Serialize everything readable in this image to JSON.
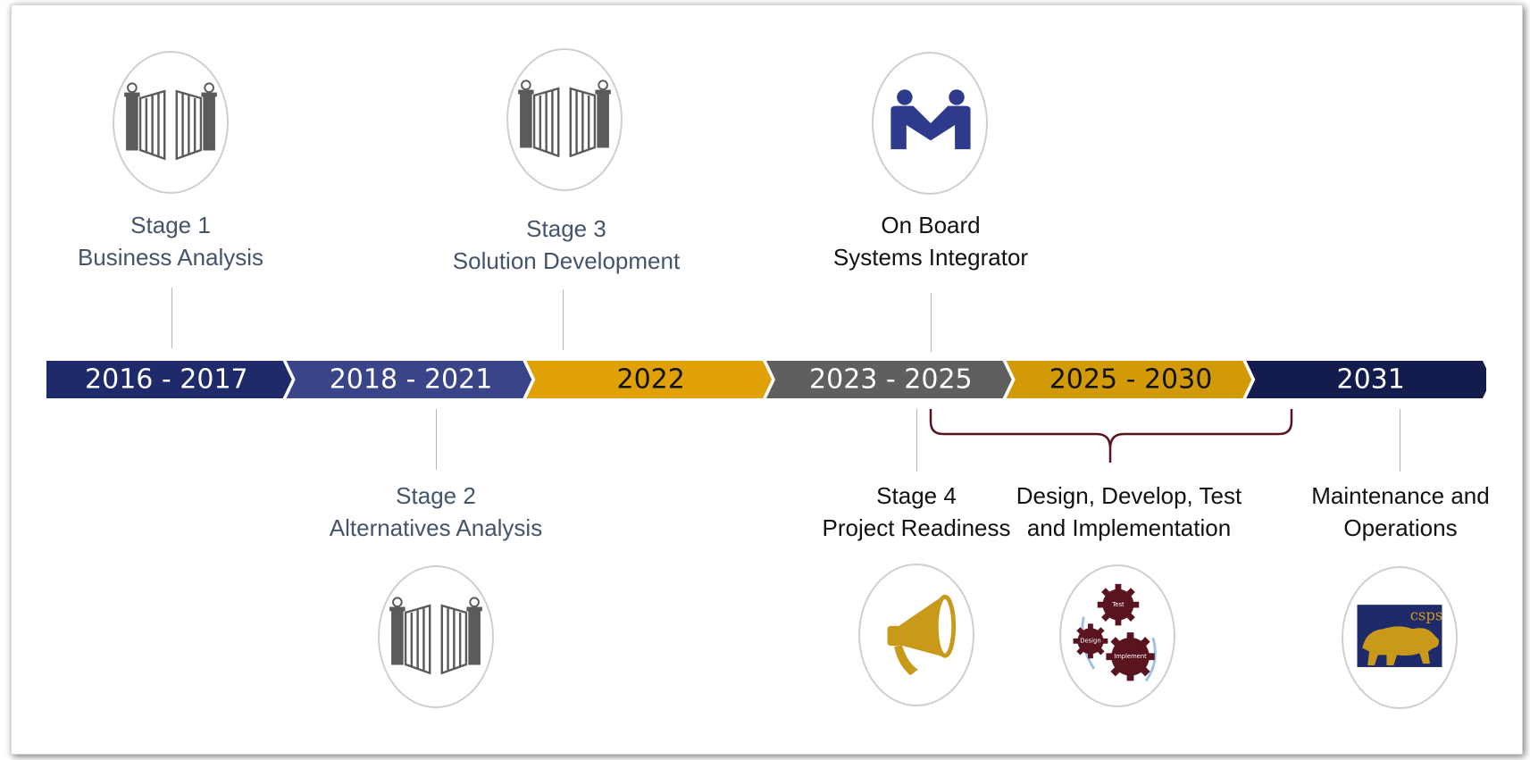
{
  "stages": {
    "stage1": {
      "line1": "Stage 1",
      "line2": "Business Analysis",
      "icon": "gate-icon"
    },
    "stage2": {
      "line1": "Stage 2",
      "line2": "Alternatives Analysis",
      "icon": "gate-icon"
    },
    "stage3": {
      "line1": "Stage 3",
      "line2": "Solution Development",
      "icon": "gate-icon"
    },
    "onboard": {
      "line1": "On Board",
      "line2": "Systems Integrator",
      "icon": "handshake-people-icon"
    },
    "stage4": {
      "line1": "Stage 4",
      "line2": "Project Readiness",
      "icon": "megaphone-icon"
    },
    "ddti": {
      "line1": "Design, Develop, Test",
      "line2": "and Implementation",
      "icon": "gears-icon",
      "gear_labels": {
        "test": "Test",
        "design": "Design",
        "implement": "Implement"
      }
    },
    "mo": {
      "line1": "Maintenance and",
      "line2": "Operations",
      "icon": "bear-logo-icon",
      "logo_text": "csps"
    }
  },
  "timeline": {
    "segments": [
      {
        "label": "2016 - 2017",
        "color": "#1f2a6b",
        "text_color": "#ffffff"
      },
      {
        "label": "2018 - 2021",
        "color": "#3a4489",
        "text_color": "#ffffff"
      },
      {
        "label": "2022",
        "color": "#e0a106",
        "text_color": "#111111"
      },
      {
        "label": "2023 - 2025",
        "color": "#5f5f5f",
        "text_color": "#ffffff"
      },
      {
        "label": "2025 - 2030",
        "color": "#d39a08",
        "text_color": "#111111"
      },
      {
        "label": "2031",
        "color": "#141c4d",
        "text_color": "#ffffff"
      }
    ]
  },
  "colors": {
    "muted_text": "#44546a",
    "gate_gray": "#5b5b5b",
    "handshake_blue": "#2e3a8c",
    "gold": "#c99a1a",
    "maroon": "#5a1420",
    "bracket": "#5a1420"
  }
}
